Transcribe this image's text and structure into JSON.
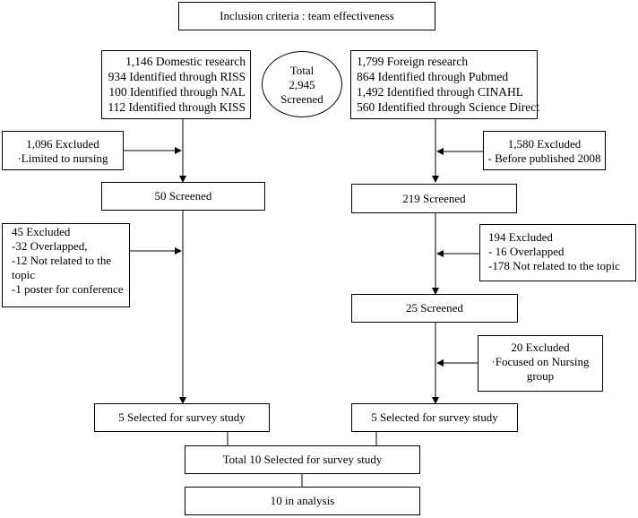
{
  "inclusion": {
    "label": "Inclusion criteria : team effectiveness"
  },
  "domestic": {
    "lines": [
      "1,146 Domestic research",
      "934 Identified through RISS",
      "100 Identified through NAL",
      "112 Identified through KISS"
    ]
  },
  "total": {
    "lines": [
      "Total",
      "2,945",
      "Screened"
    ]
  },
  "foreign": {
    "lines": [
      "1,799 Foreign research",
      "864 Identified through Pubmed",
      "1,492 Identified through CINAHL",
      "560 Identified through Science Direct"
    ]
  },
  "left_exclude_1": {
    "lines": [
      "1,096 Excluded",
      "·Limited to nursing"
    ]
  },
  "right_exclude_1": {
    "lines": [
      "1,580 Excluded",
      "- Before published 2008"
    ]
  },
  "left_screened": {
    "label": "50 Screened"
  },
  "right_screened": {
    "label": "219 Screened"
  },
  "left_exclude_2": {
    "lines": [
      "45 Excluded",
      "-32 Overlapped,",
      "-12 Not related to the",
      "topic",
      "-1 poster for conference"
    ]
  },
  "right_exclude_2": {
    "lines": [
      "194 Excluded",
      "- 16 Overlapped",
      "-178 Not related to the topic"
    ]
  },
  "right_screened_2": {
    "label": "25 Screened"
  },
  "right_exclude_3": {
    "lines": [
      "20 Excluded",
      "·Focused on Nursing",
      "group"
    ]
  },
  "left_selected": {
    "label": "5 Selected for survey study"
  },
  "right_selected": {
    "label": "5 Selected for survey study"
  },
  "total_selected": {
    "label": "Total 10 Selected for survey study"
  },
  "analysis": {
    "label": "10 in analysis"
  }
}
